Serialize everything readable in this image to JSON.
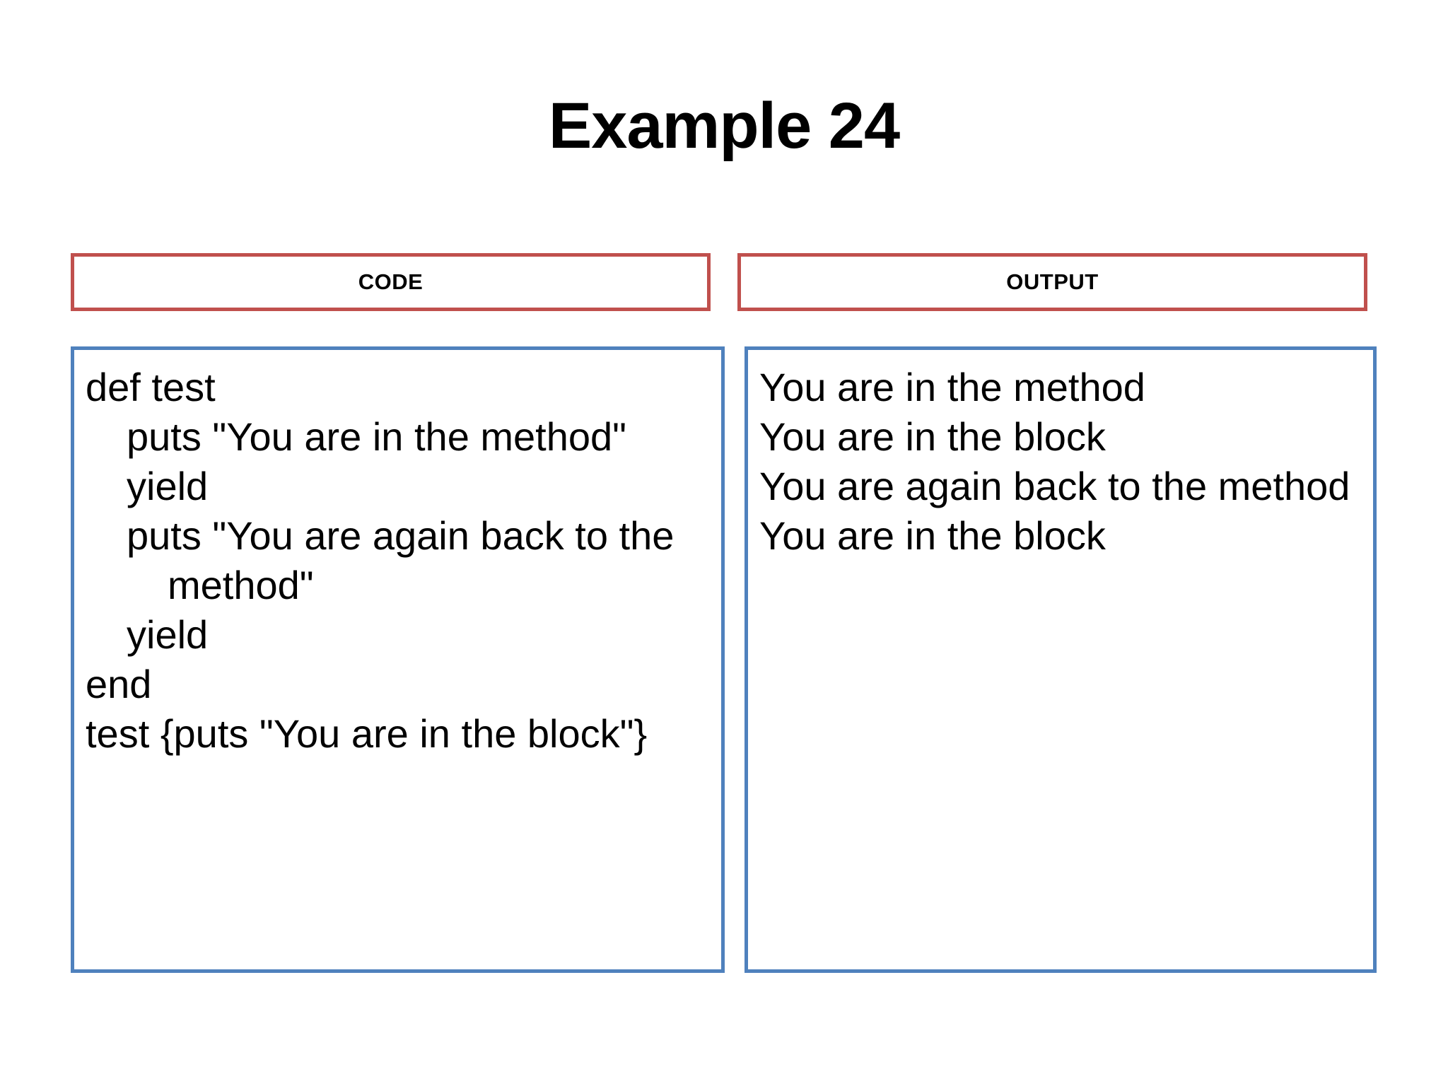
{
  "slide": {
    "title": "Example 24",
    "background_color": "#FFFFFF",
    "header_border_color": "#C0504D",
    "panel_border_color": "#4F81BD",
    "text_color": "#000000"
  },
  "columns": {
    "code": {
      "header_label": "CODE",
      "lines": [
        {
          "text": "def test",
          "indent": false
        },
        {
          "text": "puts \"You are in the method\"",
          "indent": true
        },
        {
          "text": "yield",
          "indent": true
        },
        {
          "text": "puts \"You are again back to the method\"",
          "indent": true
        },
        {
          "text": "yield",
          "indent": true
        },
        {
          "text": "end",
          "indent": false
        },
        {
          "text": "test {puts \"You are in the block\"}",
          "indent": false
        }
      ]
    },
    "output": {
      "header_label": "OUTPUT",
      "lines": [
        {
          "text": "You are in the method"
        },
        {
          "text": "You are in the block"
        },
        {
          "text": "You are again back to the method"
        },
        {
          "text": "You are in the block"
        }
      ]
    }
  }
}
